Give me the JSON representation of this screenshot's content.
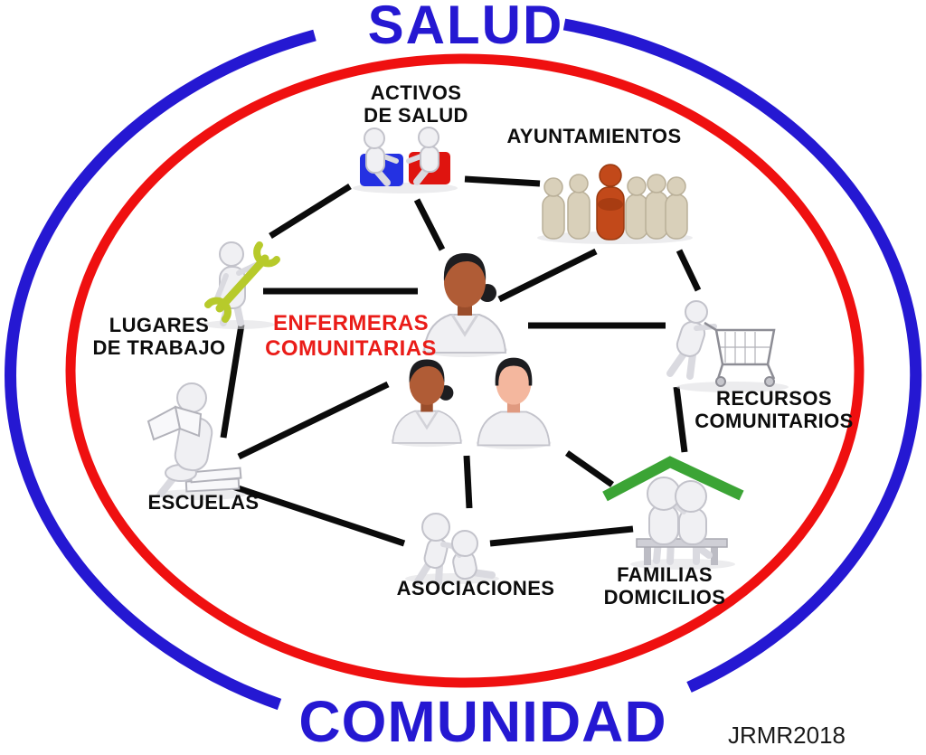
{
  "titles": {
    "top": "SALUD",
    "bottom": "COMUNIDAD"
  },
  "signature": "JRMR2018",
  "nodes": {
    "activos": {
      "line1": "ACTIVOS",
      "line2": "DE SALUD"
    },
    "ayuntamientos": {
      "line1": "AYUNTAMIENTOS"
    },
    "lugares": {
      "line1": "LUGARES",
      "line2": "DE TRABAJO"
    },
    "enfermeras": {
      "line1": "ENFERMERAS",
      "line2": "COMUNITARIAS"
    },
    "recursos": {
      "line1": "RECURSOS",
      "line2": "COMUNITARIOS"
    },
    "escuelas": {
      "line1": "ESCUELAS"
    },
    "asociaciones": {
      "line1": "ASOCIACIONES"
    },
    "familias": {
      "line1": "FAMILIAS",
      "line2": "DOMICILIOS"
    }
  },
  "icons": {
    "activos": "two-people-on-armchairs-icon",
    "ayuntamientos": "crowd-with-leader-icon",
    "lugares": "figure-with-wrench-icon",
    "enfermeras": "three-nurse-busts-icon",
    "recursos": "figure-pushing-shopping-cart-icon",
    "escuelas": "figure-reading-on-books-icon",
    "asociaciones": "figure-helping-figure-up-icon",
    "familias": "couple-on-bench-under-roof-icon"
  },
  "edges": [
    [
      "lugares",
      "activos"
    ],
    [
      "activos",
      "ayuntamientos"
    ],
    [
      "activos",
      "enfermeras"
    ],
    [
      "enfermeras",
      "ayuntamientos"
    ],
    [
      "ayuntamientos",
      "recursos"
    ],
    [
      "enfermeras",
      "recursos"
    ],
    [
      "lugares",
      "enfermeras"
    ],
    [
      "lugares",
      "escuelas"
    ],
    [
      "escuelas",
      "enfermeras"
    ],
    [
      "escuelas",
      "asociaciones"
    ],
    [
      "enfermeras",
      "asociaciones"
    ],
    [
      "asociaciones",
      "familias"
    ],
    [
      "enfermeras",
      "familias"
    ],
    [
      "recursos",
      "familias"
    ]
  ],
  "colors": {
    "outer_ring": "#2518d2",
    "inner_ring": "#ef1010",
    "center_label": "#ea1c18",
    "connector": "#0b0b0b",
    "label_black": "#0d0d0d",
    "roof_green": "#3ba435",
    "wrench_green": "#b7ca2b",
    "crowd_beige": "#d9d0ba",
    "crowd_leader_orange": "#c2491a",
    "chair_blue": "#2431e2",
    "chair_red": "#df140f",
    "skin_dark": "#b05c36",
    "skin_light": "#f4b79e",
    "hair_black": "#1d1d20",
    "figure_white": "#f0f0f3",
    "figure_outline": "#c3c3cb",
    "figure_limb": "#dadae0"
  }
}
